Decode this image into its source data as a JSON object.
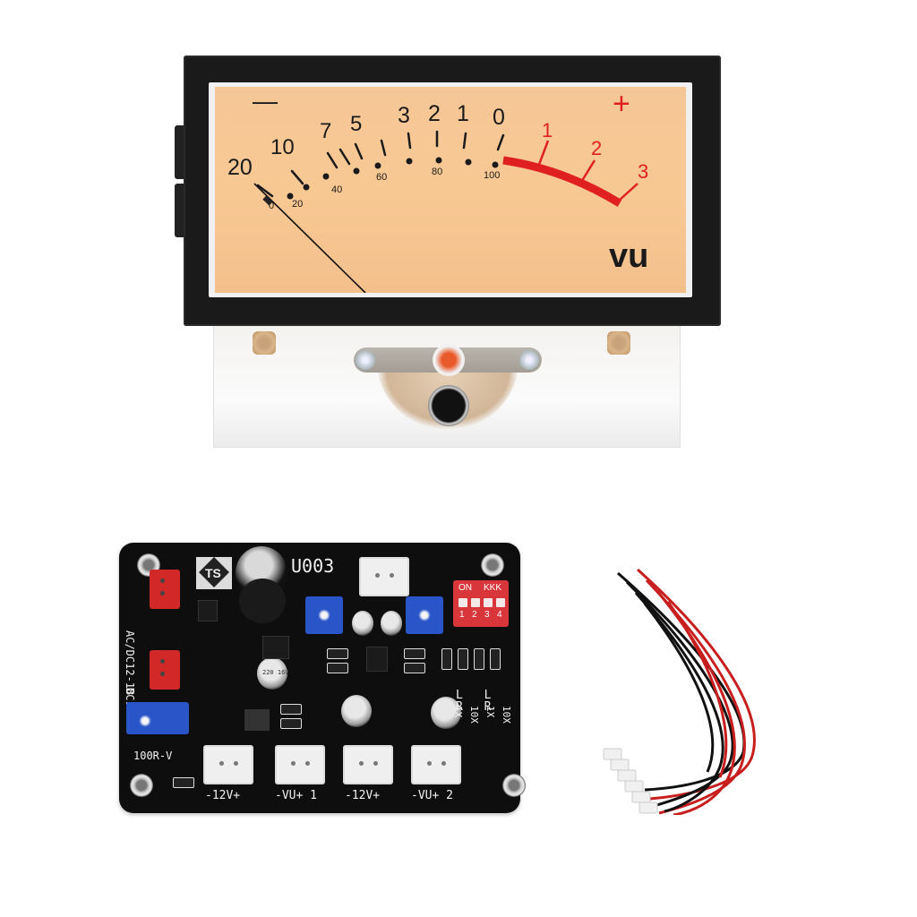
{
  "scene": {
    "description": "Product photo: analog VU meter, driver board PCB, and cable set",
    "background_color": "#ffffff"
  },
  "vu_meter": {
    "unit_label": "vu",
    "minus_sign": "—",
    "plus_sign": "+",
    "db_scale": {
      "black": [
        "20",
        "10",
        "7",
        "5",
        "3",
        "2",
        "1",
        "0"
      ],
      "red": [
        "1",
        "2",
        "3"
      ]
    },
    "percent_scale": [
      "0",
      "20",
      "40",
      "60",
      "80",
      "100"
    ],
    "colors": {
      "face": "#f6c796",
      "frame": "#1a1a1a",
      "red_zone": "#e02020",
      "text": "#1a1a1a"
    },
    "needle_position": "20"
  },
  "pcb": {
    "model_label": "U003",
    "logo": "TS",
    "side_labels": [
      "AC/DC12-18",
      "DC12"
    ],
    "pot_label": "100R-V",
    "connector_labels": [
      "-12V+",
      "-VU+ 1",
      "-12V+",
      "-VU+ 2"
    ],
    "dip_switch": {
      "header_left": "ON",
      "header_right": "KKK",
      "positions": [
        "1",
        "2",
        "3",
        "4"
      ]
    },
    "gain_labels": {
      "row1": [
        "L",
        "L",
        "R",
        "R"
      ],
      "row2": [
        "1X",
        "10X",
        "1X",
        "10X"
      ]
    },
    "capacitor_marking": "220 16V",
    "colors": {
      "board": "#0e0e0e",
      "silkscreen": "#f2f2f2",
      "red_connectors": "#d22828",
      "blue_pots": "#2a55c8",
      "dip_switch": "#d8363b"
    }
  },
  "cables": {
    "count": 6,
    "wire_colors": [
      "#c81e1e",
      "#111111"
    ],
    "connector_color": "#f0f0f0"
  }
}
